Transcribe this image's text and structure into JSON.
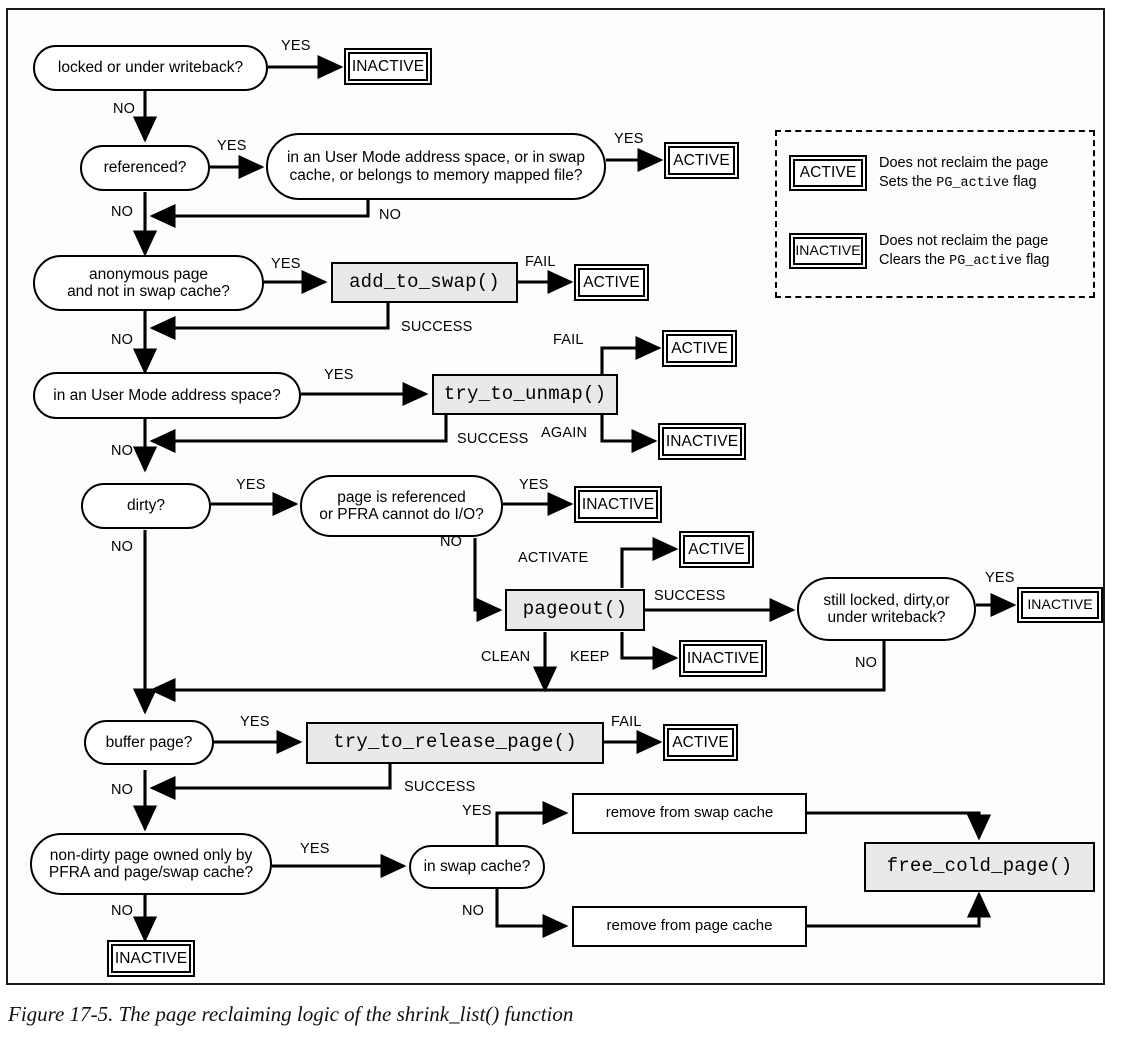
{
  "figure": {
    "caption": "Figure 17-5. The page reclaiming logic of the shrink_list() function"
  },
  "legend": {
    "rows": [
      {
        "tag": "ACTIVE",
        "line1": "Does not reclaim the page",
        "line2_prefix": "Sets the ",
        "line2_code": "PG_active",
        "line2_suffix": " flag"
      },
      {
        "tag": "INACTIVE",
        "line1": "Does not reclaim the page",
        "line2_prefix": "Clears the ",
        "line2_code": "PG_active",
        "line2_suffix": " flag"
      }
    ]
  },
  "nodes": {
    "locked": "locked or under writeback?",
    "referenced": "referenced?",
    "usermode_swap_mmap_l1": "in an User Mode address space, or in swap",
    "usermode_swap_mmap_l2": "cache, or belongs to memory mapped file?",
    "anon_l1": "anonymous page",
    "anon_l2": "and not in swap cache?",
    "add_to_swap": "add_to_swap()",
    "in_user_mode": "in an User Mode address space?",
    "try_to_unmap": "try_to_unmap()",
    "dirty": "dirty?",
    "page_ref_pfra_l1": "page is referenced",
    "page_ref_pfra_l2": "or PFRA cannot do I/O?",
    "pageout": "pageout()",
    "still_locked_l1": "still locked, dirty,or",
    "still_locked_l2": "under writeback?",
    "buffer_page": "buffer page?",
    "try_to_release_page": "try_to_release_page()",
    "non_dirty_l1": "non-dirty page owned only by",
    "non_dirty_l2": "PFRA and page/swap cache?",
    "in_swap_cache": "in swap cache?",
    "remove_swap_cache": "remove from  swap cache",
    "remove_page_cache": "remove from  page cache",
    "free_cold_page": "free_cold_page()"
  },
  "terminals": {
    "t_inactive_1": "INACTIVE",
    "t_active_1": "ACTIVE",
    "t_active_2": "ACTIVE",
    "t_active_3": "ACTIVE",
    "t_inactive_2": "INACTIVE",
    "t_inactive_3": "INACTIVE",
    "t_active_4": "ACTIVE",
    "t_inactive_4": "INACTIVE",
    "t_inactive_5": "INACTIVE",
    "t_active_5": "ACTIVE",
    "t_inactive_6": "INACTIVE"
  },
  "edge_labels": {
    "yes_locked": "YES",
    "no_locked": "NO",
    "yes_referenced": "YES",
    "no_referenced": "NO",
    "yes_usermode_swap": "YES",
    "no_usermode_swap": "NO",
    "yes_anon": "YES",
    "no_anon": "NO",
    "fail_add_to_swap": "FAIL",
    "success_add_to_swap": "SUCCESS",
    "yes_user_mode": "YES",
    "no_user_mode": "NO",
    "fail_unmap": "FAIL",
    "again_unmap": "AGAIN",
    "success_unmap": "SUCCESS",
    "yes_dirty": "YES",
    "no_dirty": "NO",
    "yes_page_ref": "YES",
    "no_page_ref": "NO",
    "activate_pageout": "ACTIVATE",
    "success_pageout": "SUCCESS",
    "clean_pageout": "CLEAN",
    "keep_pageout": "KEEP",
    "yes_still_locked": "YES",
    "no_still_locked": "NO",
    "yes_buffer": "YES",
    "no_buffer": "NO",
    "fail_release": "FAIL",
    "success_release": "SUCCESS",
    "yes_non_dirty": "YES",
    "no_non_dirty": "NO",
    "yes_in_swap": "YES",
    "no_in_swap": "NO"
  },
  "colors": {
    "stroke": "#000000",
    "function_fill": "#e9e9e9",
    "page_bg": "#ffffff",
    "frame": "#1a1a1a"
  }
}
